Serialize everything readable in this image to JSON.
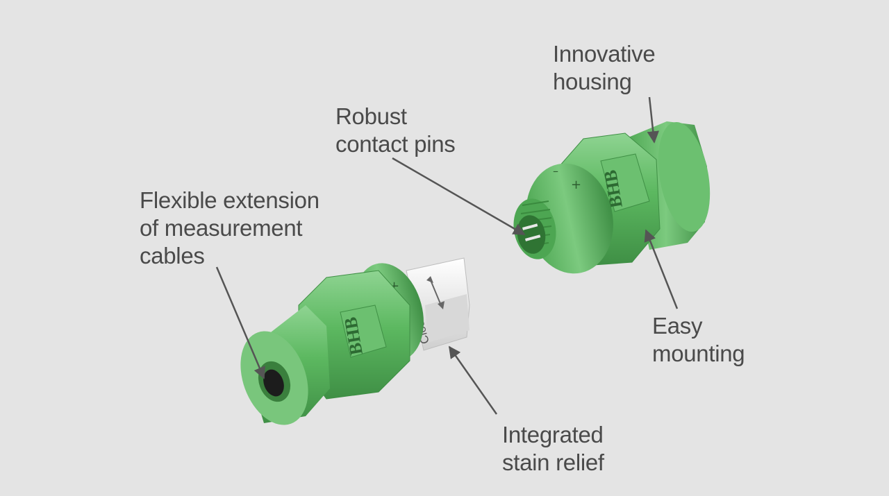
{
  "labels": {
    "innovative_housing": [
      "Innovative",
      "housing"
    ],
    "robust_contact_pins": [
      "Robust",
      "contact pins"
    ],
    "flexible_extension": [
      "Flexible extension",
      "of measurement",
      "cables"
    ],
    "easy_mounting": [
      "Easy",
      "mounting"
    ],
    "integrated_strain_relief": [
      "Integrated",
      "stain relief"
    ]
  },
  "product_markings": {
    "brand": "BHB",
    "sleeve_text": "Close",
    "plus": "+",
    "minus": "–"
  },
  "colors": {
    "background": "#e4e4e4",
    "connector_green": "#5cb860",
    "connector_green_dark": "#3f8f45",
    "connector_green_light": "#8fd492",
    "sleeve_white": "#f2f2f2",
    "label_text": "#4a4a4a",
    "arrow": "#555555"
  }
}
